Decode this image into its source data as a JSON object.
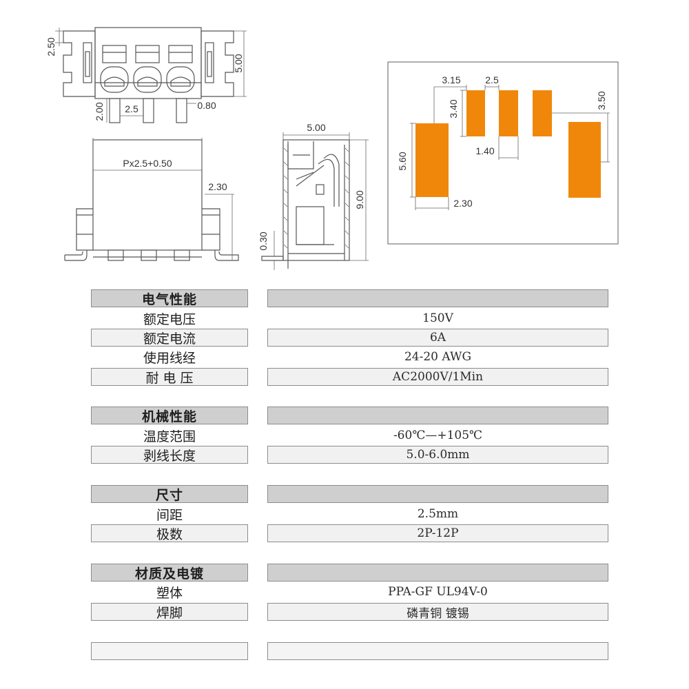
{
  "drawings": {
    "top_view": {
      "dim_height": "2.50",
      "dim_depth": "5.00",
      "dim_pin_length": "2.00",
      "dim_pitch": "2.5",
      "dim_pin_width": "0.80"
    },
    "front_view": {
      "dim_pitch_formula": "Px2.5+0.50",
      "dim_pad_offset": "2.30"
    },
    "side_view": {
      "dim_width": "5.00",
      "dim_height": "9.00",
      "dim_thickness": "0.30"
    },
    "pcb_layout": {
      "pad_color": "#f0870a",
      "dim_pad_width": "3.15",
      "dim_pitch": "2.5",
      "dim_small_pad_height": "3.40",
      "dim_small_pad_width": "1.40",
      "dim_big_pad_height": "5.60",
      "dim_big_pad_width": "2.30",
      "dim_big_pad_offset": "3.50"
    }
  },
  "spec_table": {
    "sections": [
      {
        "title": "电气性能",
        "rows": [
          {
            "label": "额定电压",
            "value": "150V"
          },
          {
            "label": "额定电流",
            "value": "6A"
          },
          {
            "label": "使用线经",
            "value": "24-20 AWG"
          },
          {
            "label": "耐 电 压",
            "value": "AC2000V/1Min"
          }
        ]
      },
      {
        "title": "机械性能",
        "rows": [
          {
            "label": "温度范围",
            "value": "-60℃—+105℃"
          },
          {
            "label": "剥线长度",
            "value": "5.0-6.0mm"
          }
        ]
      },
      {
        "title": "尺寸",
        "rows": [
          {
            "label": "间距",
            "value": "2.5mm"
          },
          {
            "label": "极数",
            "value": "2P-12P"
          }
        ]
      },
      {
        "title": "材质及电镀",
        "rows": [
          {
            "label": "塑体",
            "value": "PPA-GF  UL94V-0"
          },
          {
            "label": "焊脚",
            "value": "磷青铜 镀锡"
          }
        ]
      }
    ]
  }
}
